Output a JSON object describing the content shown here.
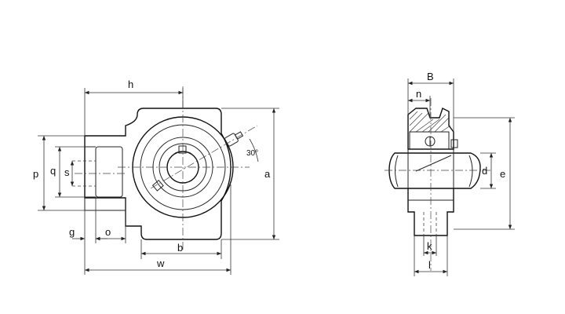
{
  "dimensions": {
    "h": "h",
    "p": "p",
    "q": "q",
    "s": "s",
    "a": "a",
    "g": "g",
    "o": "o",
    "b": "b",
    "w": "w",
    "angle": "30°",
    "B": "B",
    "n": "n",
    "d": "d",
    "e": "e",
    "k": "k",
    "l": "l"
  }
}
